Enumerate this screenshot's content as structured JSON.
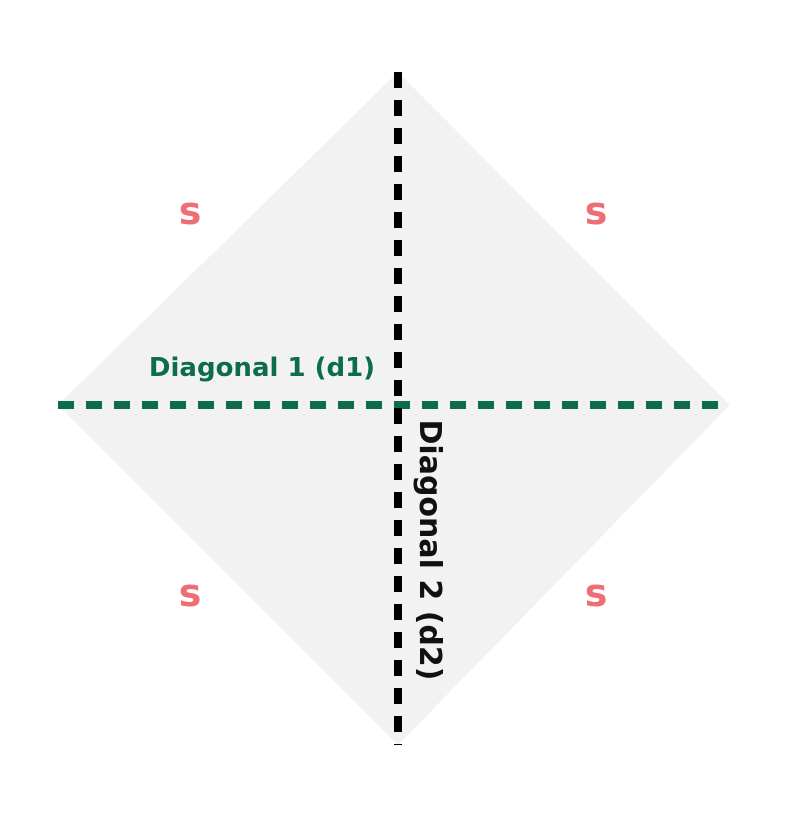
{
  "diagram": {
    "side_labels": [
      "s",
      "s",
      "s",
      "s"
    ],
    "diagonal_1_label": "Diagonal 1 (d1)",
    "diagonal_2_label": "Diagonal 2 (d2)",
    "colors": {
      "rhombus_fill": "#f2f2f2",
      "diagonal_1": "#0d6b4f",
      "diagonal_2": "#000000",
      "side_label": "#ee6f73",
      "diagonal_1_label": "#0d6b4f",
      "diagonal_2_label": "#111111"
    }
  }
}
